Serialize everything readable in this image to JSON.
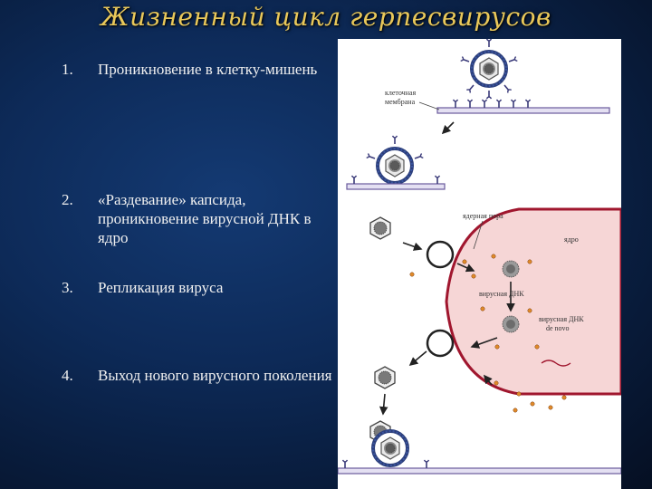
{
  "title": "Жизненный цикл герпесвирусов",
  "steps": [
    {
      "num": "1.",
      "text": "Проникновение в клетку-мишень"
    },
    {
      "num": "2.",
      "text": "«Раздевание» капсида, проникновение вирусной ДНК в ядро"
    },
    {
      "num": "3.",
      "text": "Репликация вируса"
    },
    {
      "num": "4.",
      "text": "Выход нового вирусного поколения"
    }
  ],
  "figure": {
    "labels": {
      "membrane": [
        "клеточная",
        "мембрана"
      ],
      "pore": "ядерная пора",
      "nucleus": "ядро",
      "viral_dna": "вирусная ДНК",
      "viral_dna_new": [
        "вирусная ДНК",
        "de novo"
      ]
    }
  },
  "colors": {
    "title": "#e9c85a",
    "background": "#0d2a58",
    "nucleus": "#f6d6d6",
    "nuclear_envelope": "#a0162e",
    "membrane": "#6a5a9c"
  }
}
